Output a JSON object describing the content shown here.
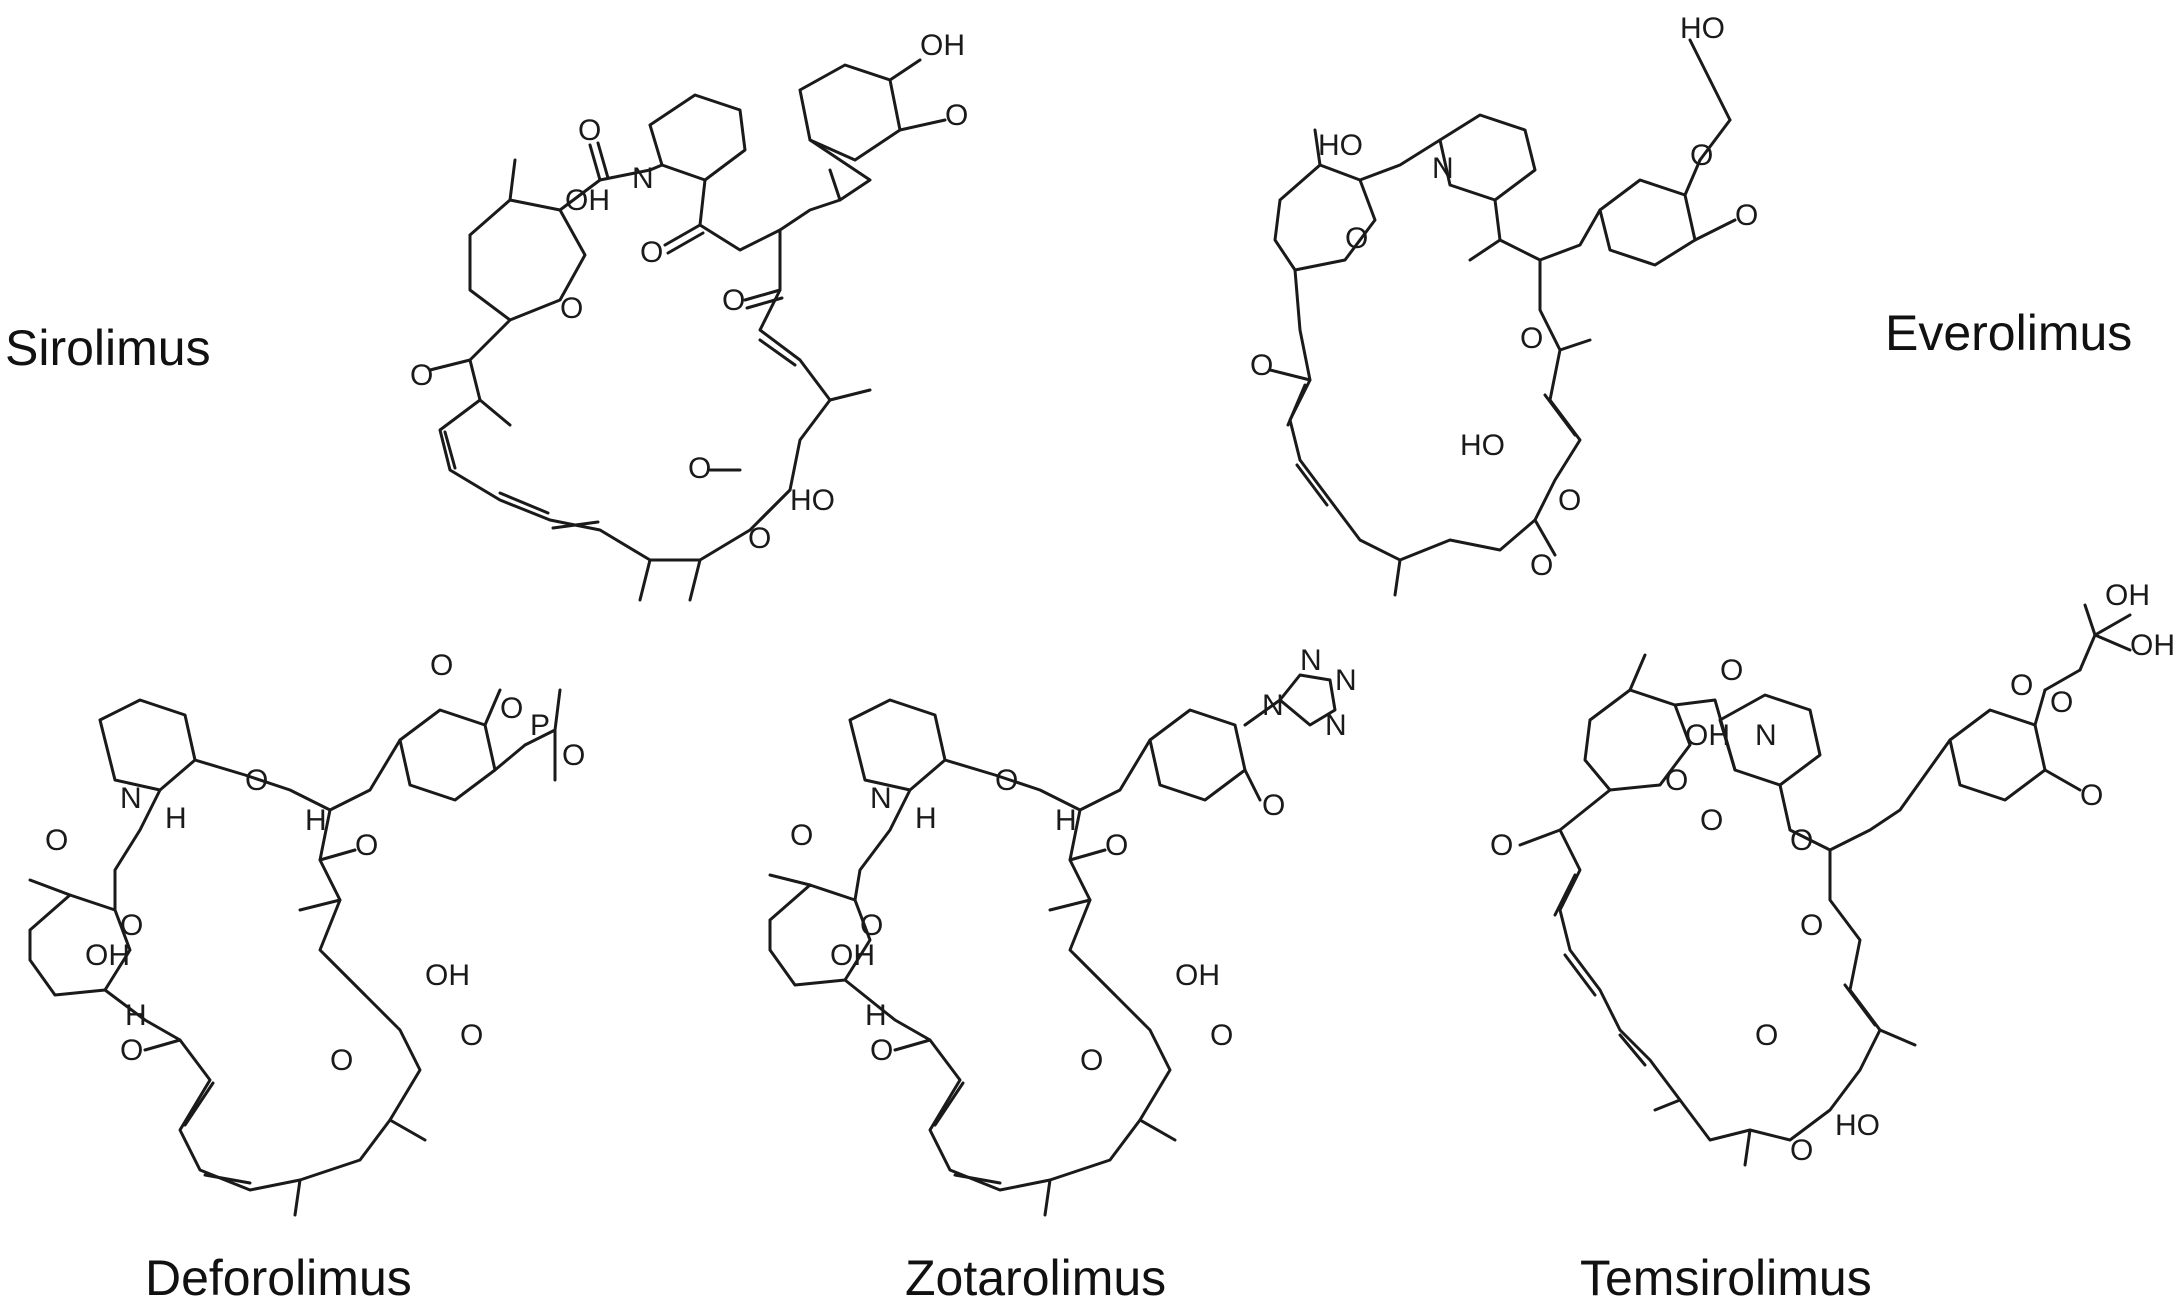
{
  "captions": {
    "sirolimus": "Sirolimus",
    "everolimus": "Everolimus",
    "deforolimus": "Deforolimus",
    "zotarolimus": "Zotarolimus",
    "temsirolimus": "Temsirolimus"
  },
  "atom_labels": {
    "O": "O",
    "OH": "OH",
    "HO": "HO",
    "N": "N",
    "H": "H",
    "P": "P"
  }
}
